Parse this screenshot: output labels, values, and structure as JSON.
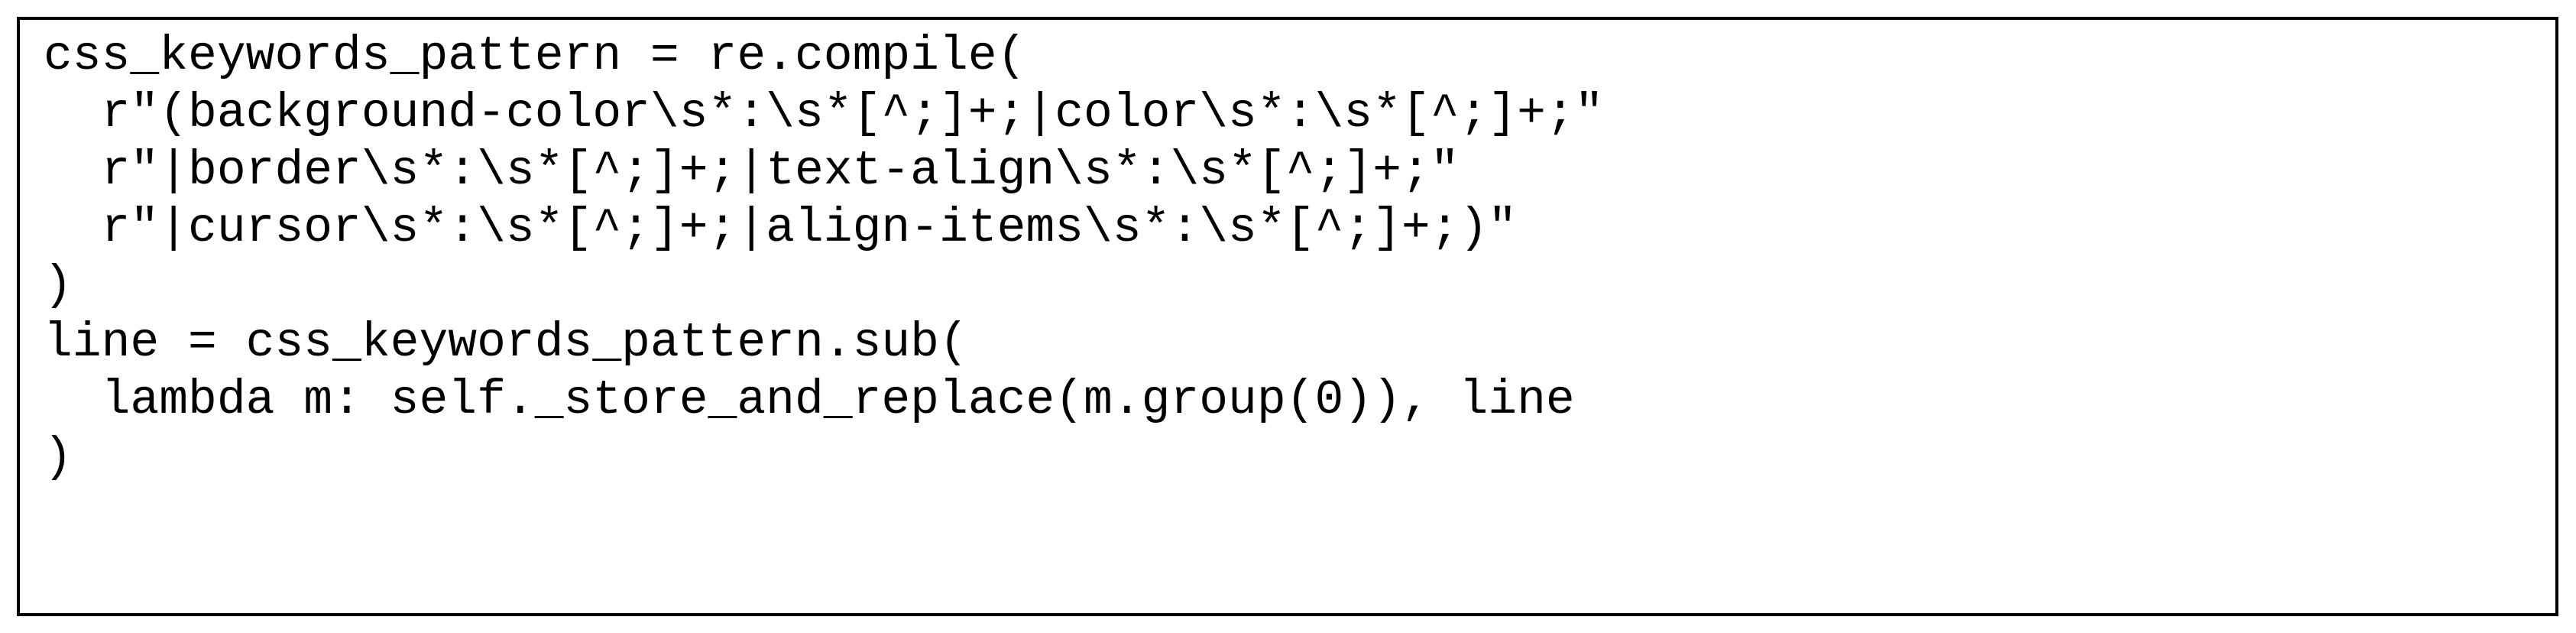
{
  "figure": {
    "kind": "code-listing",
    "background_color": "#ffffff",
    "border_color": "#000000",
    "text_color": "#000000",
    "language": "python"
  },
  "code": {
    "lines": [
      "css_keywords_pattern = re.compile(",
      "  r\"(background-color\\s*:\\s*[^;]+;|color\\s*:\\s*[^;]+;\"",
      "  r\"|border\\s*:\\s*[^;]+;|text-align\\s*:\\s*[^;]+;\"",
      "  r\"|cursor\\s*:\\s*[^;]+;|align-items\\s*:\\s*[^;]+;)\"",
      ")",
      "line = css_keywords_pattern.sub(",
      "  lambda m: self._store_and_replace(m.group(0)), line",
      ")"
    ]
  }
}
